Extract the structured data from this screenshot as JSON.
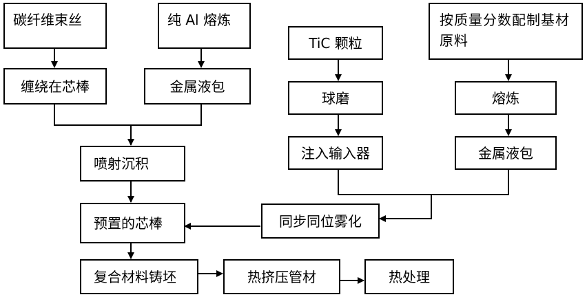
{
  "diagram": {
    "type": "process-flowchart",
    "nodes": {
      "carbon_fiber": "碳纤维束丝",
      "pure_al_melting": "纯 Al 熔炼",
      "tic_particles": "TiC 颗粒",
      "batching": "按质量分数配制基材原料",
      "winding": "缠绕在芯棒",
      "ladle_1": "金属液包",
      "ball_mill": "球磨",
      "melting": "熔炼",
      "injector": "注入输入器",
      "ladle_2": "金属液包",
      "spray": "喷射沉积",
      "preset_mandrel": "预置的芯棒",
      "sync_atomize": "同步同位雾化",
      "billet": "复合材料铸坯",
      "extrusion": "热挤压管材",
      "heat_treat": "热处理"
    },
    "edges": [
      [
        "carbon_fiber",
        "winding"
      ],
      [
        "pure_al_melting",
        "ladle_1"
      ],
      [
        "winding",
        "spray"
      ],
      [
        "ladle_1",
        "spray"
      ],
      [
        "tic_particles",
        "ball_mill"
      ],
      [
        "ball_mill",
        "injector"
      ],
      [
        "batching",
        "melting"
      ],
      [
        "melting",
        "ladle_2"
      ],
      [
        "injector",
        "sync_atomize"
      ],
      [
        "ladle_2",
        "sync_atomize"
      ],
      [
        "spray",
        "preset_mandrel"
      ],
      [
        "sync_atomize",
        "preset_mandrel"
      ],
      [
        "preset_mandrel",
        "billet"
      ],
      [
        "billet",
        "extrusion"
      ],
      [
        "extrusion",
        "heat_treat"
      ]
    ]
  }
}
